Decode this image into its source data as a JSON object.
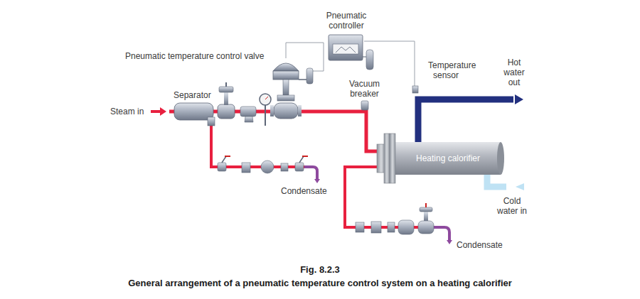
{
  "diagram": {
    "caption": "General arrangement of a pneumatic temperature control system on a heating calorifier",
    "nodes": [
      {
        "text": [
          "Heating calorifier"
        ]
      }
    ],
    "labels": [
      "Pneumatic controller",
      "Pneumatic temperature control valve",
      "Separator",
      "Vacuum breaker",
      "Temperature sensor",
      "Hot water out",
      "Steam in",
      "Condensate",
      "Cold water in",
      "Condensate",
      "Fig. 8.2.3"
    ]
  }
}
